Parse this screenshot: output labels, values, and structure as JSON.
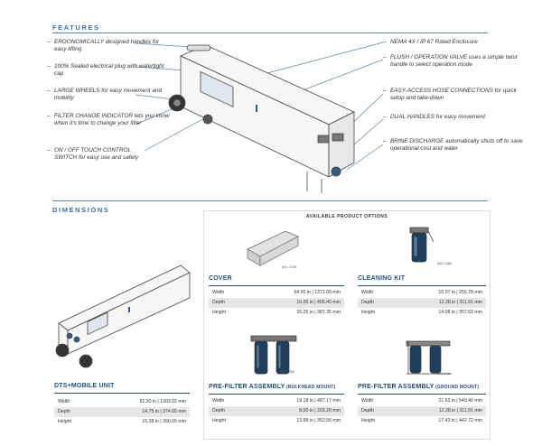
{
  "features": {
    "title": "FEATURES",
    "left": [
      {
        "head": "ERGONOMICALLY",
        "rest": " designed handles for easy lifting"
      },
      {
        "head": "",
        "rest": "100% Sealed electrical plug with watertight cap"
      },
      {
        "head": "LARGE WHEELS",
        "rest": " for easy movement and mobility"
      },
      {
        "head": "FILTER CHANGE INDICATOR",
        "rest": " lets you know when it's time to change your filter"
      },
      {
        "head": "ON / OFF TOUCH CONTROL SWITCH",
        "rest": " for easy use and safety"
      }
    ],
    "right": [
      {
        "head": "NEMA 4X / IP 67",
        "rest": " Rated Enclosure"
      },
      {
        "head": "FLUSH / OPERATION VALVE",
        "rest": " uses a simple twist handle to select operation mode"
      },
      {
        "head": "EASY-ACCESS HOSE CONNECTIONS",
        "rest": " for quick setup and take-down"
      },
      {
        "head": "DUAL HANDLES",
        "rest": " for easy movement"
      },
      {
        "head": "BRINE DISCHARGE",
        "rest": " automatically shuts off to save operational cost and water"
      }
    ]
  },
  "dimensions": {
    "title": "DIMENSIONS",
    "available_title": "AVAILABLE PRODUCT OPTIONS",
    "unit": {
      "name": "DTS+MOBILE UNIT",
      "rows": [
        {
          "label": "Width",
          "value": "51.30 in | 1303.02 mm"
        },
        {
          "label": "Depth",
          "value": "14.75 in | 374.65 mm"
        },
        {
          "label": "Height",
          "value": "15.38 in | 390.65 mm"
        }
      ]
    },
    "options": [
      {
        "name": "COVER",
        "sub": "",
        "part": "#91-7105",
        "rows": [
          {
            "label": "Width",
            "value": "54.00 in | 1371.60 mm"
          },
          {
            "label": "Depth",
            "value": "16.00 in | 406.40 mm"
          },
          {
            "label": "Height",
            "value": "15.25 in | 387.35 mm"
          }
        ]
      },
      {
        "name": "CLEANING KIT",
        "sub": "",
        "part": "#93-7380",
        "rows": [
          {
            "label": "Width",
            "value": "10.07 in | 255.78 mm"
          },
          {
            "label": "Depth",
            "value": "12.28 in | 311.91 mm"
          },
          {
            "label": "Height",
            "value": "14.08 in | 357.63 mm"
          }
        ]
      },
      {
        "name": "PRE-FILTER ASSEMBLY",
        "sub": " (BULKHEAD MOUNT)",
        "part": "#93-7465",
        "rows": [
          {
            "label": "Width",
            "value": "19.18 in | 487.17 mm"
          },
          {
            "label": "Depth",
            "value": "8.00 in | 203.20 mm"
          },
          {
            "label": "Height",
            "value": "13.88 in | 352.56 mm"
          }
        ]
      },
      {
        "name": "PRE-FILTER ASSEMBLY",
        "sub": " (GROUND MOUNT)",
        "part": "#93-7466",
        "rows": [
          {
            "label": "Width",
            "value": "21.63 in | 549.40 mm"
          },
          {
            "label": "Depth",
            "value": "12.28 in | 311.91 mm"
          },
          {
            "label": "Height",
            "value": "17.43 in | 442.72 mm"
          }
        ]
      }
    ]
  }
}
